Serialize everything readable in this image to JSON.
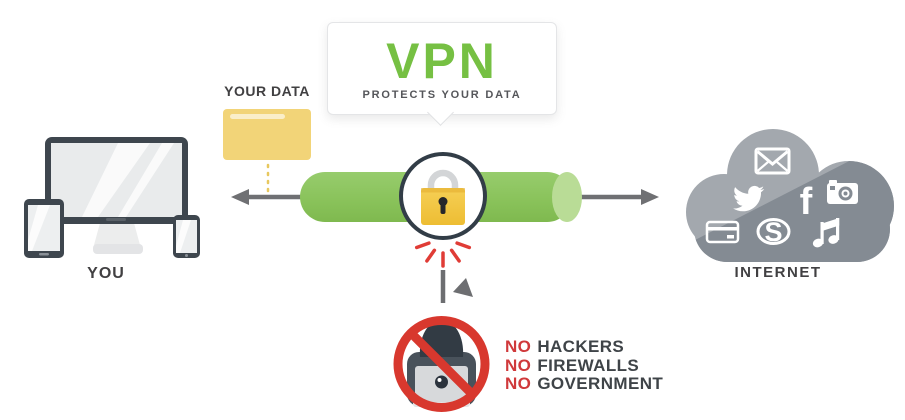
{
  "bubble": {
    "title": "VPN",
    "subtitle": "PROTECTS YOUR DATA"
  },
  "labels": {
    "you": "YOU",
    "your_data": "YOUR DATA",
    "internet": "INTERNET"
  },
  "blocked": {
    "line1": {
      "prefix": "NO",
      "text": "HACKERS"
    },
    "line2": {
      "prefix": "NO",
      "text": "FIREWALLS"
    },
    "line3": {
      "prefix": "NO",
      "text": "GOVERNMENT"
    }
  },
  "glyphs": {
    "facebook": "f",
    "skype": "S"
  },
  "cloud_icons": [
    "email",
    "twitter",
    "facebook",
    "camera",
    "credit-card",
    "skype",
    "music"
  ],
  "colors": {
    "vpn_green": "#76c043",
    "tunnel_green": "#8cc25e",
    "tunnel_cap_green": "#b9dc96",
    "red": "#d8382e",
    "folder_yellow": "#f2d478",
    "lock_yellow": "#f2c640",
    "arrow_gray": "#6f7073",
    "cloud_light_gray": "#a3a8ae",
    "cloud_dark_gray": "#848b93",
    "device_dark": "#3e464e",
    "text_dark": "#414042",
    "subtitle_gray": "#55565a"
  }
}
